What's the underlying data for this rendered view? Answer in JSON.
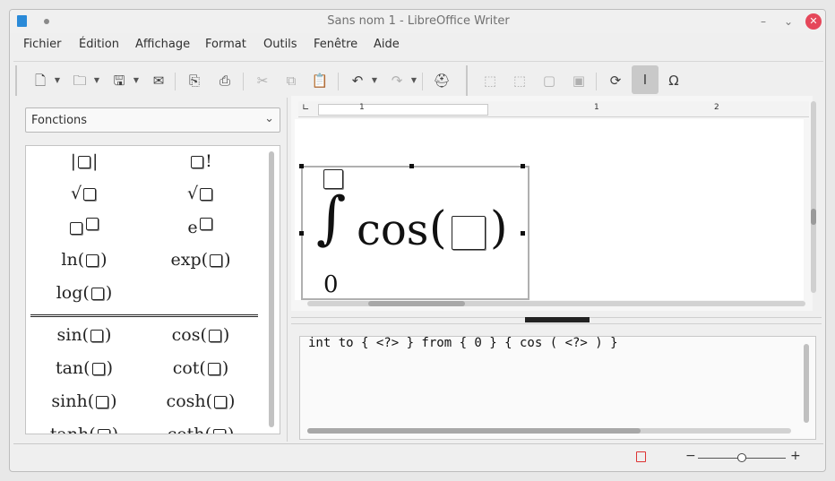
{
  "window": {
    "title": "Sans nom 1 - LibreOffice Writer"
  },
  "titlebar_buttons": {
    "minimize": "–",
    "restore": "⌄",
    "close": "✕"
  },
  "menu": [
    "Fichier",
    "Édition",
    "Affichage",
    "Format",
    "Outils",
    "Fenêtre",
    "Aide"
  ],
  "elements_panel": {
    "category": "Fonctions",
    "items": [
      {
        "name": "abs",
        "pre": "|",
        "post": "|"
      },
      {
        "name": "fact",
        "pre": "",
        "post": "!"
      },
      {
        "name": "sqrt",
        "pre": "√",
        "post": ""
      },
      {
        "name": "nroot",
        "pre": "√",
        "post": ""
      },
      {
        "name": "pow",
        "pre": "",
        "post": ""
      },
      {
        "name": "exp-e",
        "pre": "e",
        "post": ""
      },
      {
        "name": "ln",
        "pre": "ln(",
        "post": ")"
      },
      {
        "name": "exp",
        "pre": "exp(",
        "post": ")"
      },
      {
        "name": "log",
        "pre": "log(",
        "post": ")"
      },
      {
        "name": "sin",
        "pre": "sin(",
        "post": ")"
      },
      {
        "name": "cos",
        "pre": "cos(",
        "post": ")"
      },
      {
        "name": "tan",
        "pre": "tan(",
        "post": ")"
      },
      {
        "name": "cot",
        "pre": "cot(",
        "post": ")"
      },
      {
        "name": "sinh",
        "pre": "sinh(",
        "post": ")"
      },
      {
        "name": "cosh",
        "pre": "cosh(",
        "post": ")"
      },
      {
        "name": "tanh",
        "pre": "tanh(",
        "post": ")"
      },
      {
        "name": "coth",
        "pre": "coth(",
        "post": ")"
      }
    ]
  },
  "ruler": {
    "marks": [
      "1",
      "1",
      "2"
    ]
  },
  "formula": {
    "integral": "∫",
    "lower": "0",
    "func": "cos",
    "lparen": "(",
    "rparen": ")"
  },
  "command": "int to { <?> } from { 0 } { cos ( <?> ) }",
  "zoom": {
    "minus": "−",
    "plus": "+"
  }
}
